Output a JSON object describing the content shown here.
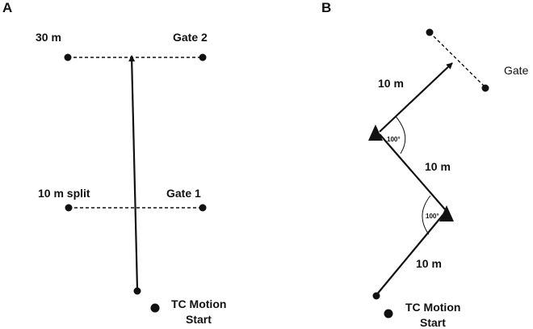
{
  "panel_a": {
    "label": "A",
    "top_left_label": "30 m",
    "top_right_label": "Gate 2",
    "mid_left_label": "10 m split",
    "mid_right_label": "Gate 1",
    "start_label_line1": "TC Motion",
    "start_label_line2": "Start"
  },
  "panel_b": {
    "label": "B",
    "gate_label": "Gate",
    "seg1_label": "10 m",
    "seg2_label": "10 m",
    "seg3_label": "10 m",
    "angle_upper": "100°",
    "angle_lower": "100°",
    "start_label_line1": "TC Motion",
    "start_label_line2": "Start"
  },
  "colors": {
    "ink": "#111111",
    "background": "#ffffff"
  }
}
